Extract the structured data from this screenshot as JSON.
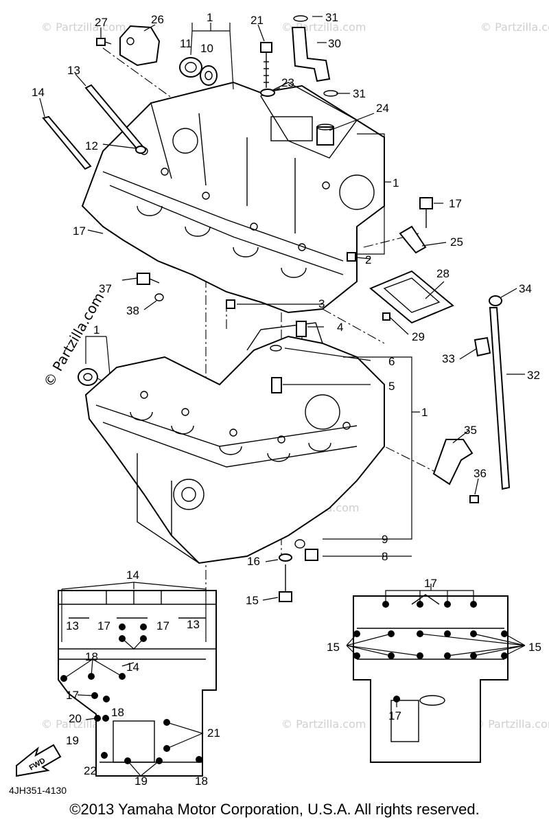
{
  "diagram_code": "4JH351-4130",
  "copyright": "©2013  Yamaha Motor Corporation, U.S.A. All rights reserved.",
  "watermark_side": "© Partzilla.com",
  "watermark_bg": "© Partzilla.com",
  "fwd_label": "FWD",
  "callouts": {
    "c1a": "1",
    "c1b": "1",
    "c1c": "1",
    "c1d": "1",
    "c2": "2",
    "c3": "3",
    "c4": "4",
    "c5": "5",
    "c6": "6",
    "c8": "8",
    "c9": "9",
    "c10": "10",
    "c11": "11",
    "c12": "12",
    "c13": "13",
    "c14": "14",
    "c15": "15",
    "c16": "16",
    "c17a": "17",
    "c17b": "17",
    "c21": "21",
    "c23": "23",
    "c24": "24",
    "c25": "25",
    "c26": "26",
    "c27": "27",
    "c28": "28",
    "c29": "29",
    "c30": "30",
    "c31a": "31",
    "c31b": "31",
    "c32": "32",
    "c33": "33",
    "c34": "34",
    "c35": "35",
    "c36": "36",
    "c37": "37",
    "c38": "38",
    "l14a": "14",
    "l14b": "14",
    "l13a": "13",
    "l13b": "13",
    "l17a": "17",
    "l17b": "17",
    "l17c": "17",
    "l18a": "18",
    "l18b": "18",
    "l18c": "18",
    "l20": "20",
    "l19a": "19",
    "l19b": "19",
    "l21": "21",
    "l22": "22",
    "r17a": "17",
    "r17b": "17",
    "r15a": "15",
    "r15b": "15"
  }
}
